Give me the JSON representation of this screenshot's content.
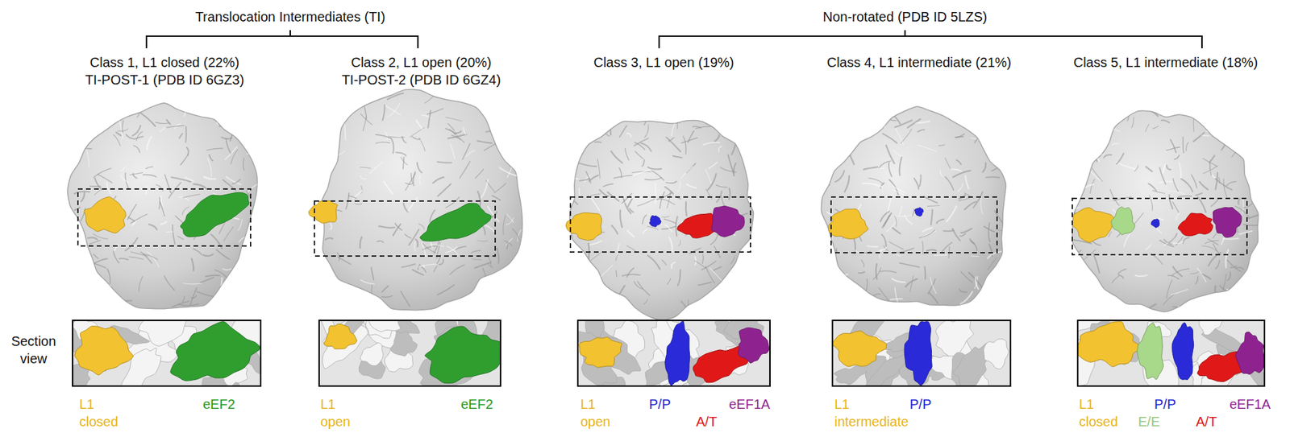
{
  "diagram": {
    "labels": [
      "Translocation Intermediates (TI)",
      "Non-rotated (PDB ID 5LZS)",
      "Class 1, L1 closed (22%)",
      "TI-POST-1 (PDB ID 6GZ3)",
      "Class 2, L1 open (20%)",
      "TI-POST-2 (PDB ID 6GZ4)",
      "Class 3, L1 open (19%)",
      "Class 4, L1 intermediate (21%)",
      "Class 5, L1 intermediate (18%)",
      "Section view",
      "L1 closed",
      "eEF2",
      "L1 open",
      "eEF2",
      "L1 open",
      "P/P",
      "A/T",
      "eEF1A",
      "L1 intermediate",
      "P/P",
      "L1 closed",
      "E/E",
      "P/P",
      "A/T",
      "eEF1A"
    ]
  }
}
